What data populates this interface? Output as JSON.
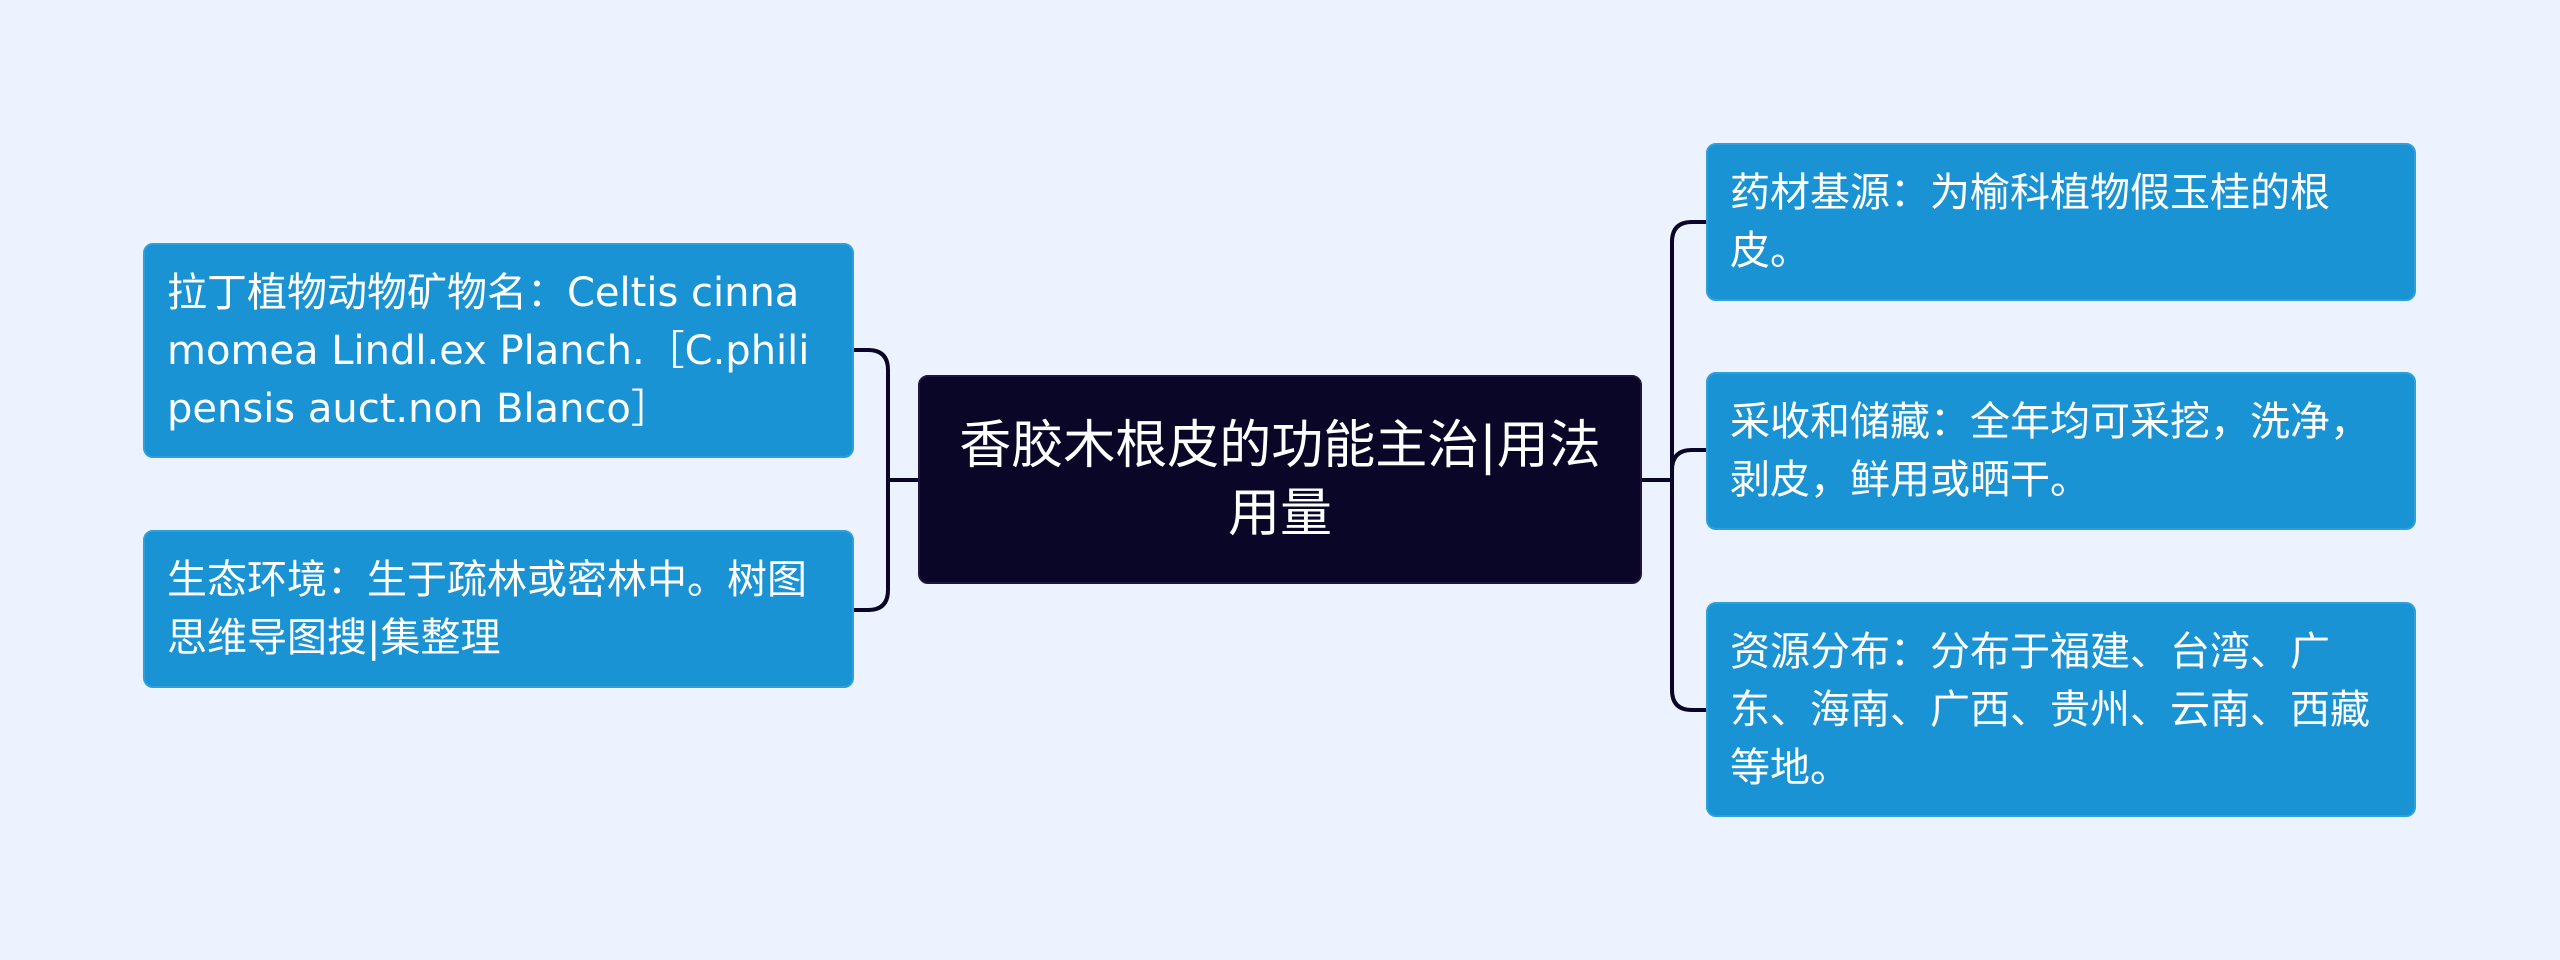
{
  "colors": {
    "background": "#EDF3FE",
    "center_node": "#0A0628",
    "leaf_node": "#1A93D4",
    "connector": "#0A0628",
    "text": "#FFFFFF"
  },
  "center": {
    "label": "香胶木根皮的功能主治|用法用量"
  },
  "left_branches": [
    {
      "label": "拉丁植物动物矿物名：Celtis cinnamomea Lindl.ex Planch.［C.philipensis auct.non Blanco］"
    },
    {
      "label": "生态环境：生于疏林或密林中。树图思维导图搜|集整理"
    }
  ],
  "right_branches": [
    {
      "label": "药材基源：为榆科植物假玉桂的根皮。"
    },
    {
      "label": "采收和储藏：全年均可采挖，洗净，剥皮，鲜用或晒干。"
    },
    {
      "label": "资源分布：分布于福建、台湾、广东、海南、广西、贵州、云南、西藏等地。"
    }
  ]
}
